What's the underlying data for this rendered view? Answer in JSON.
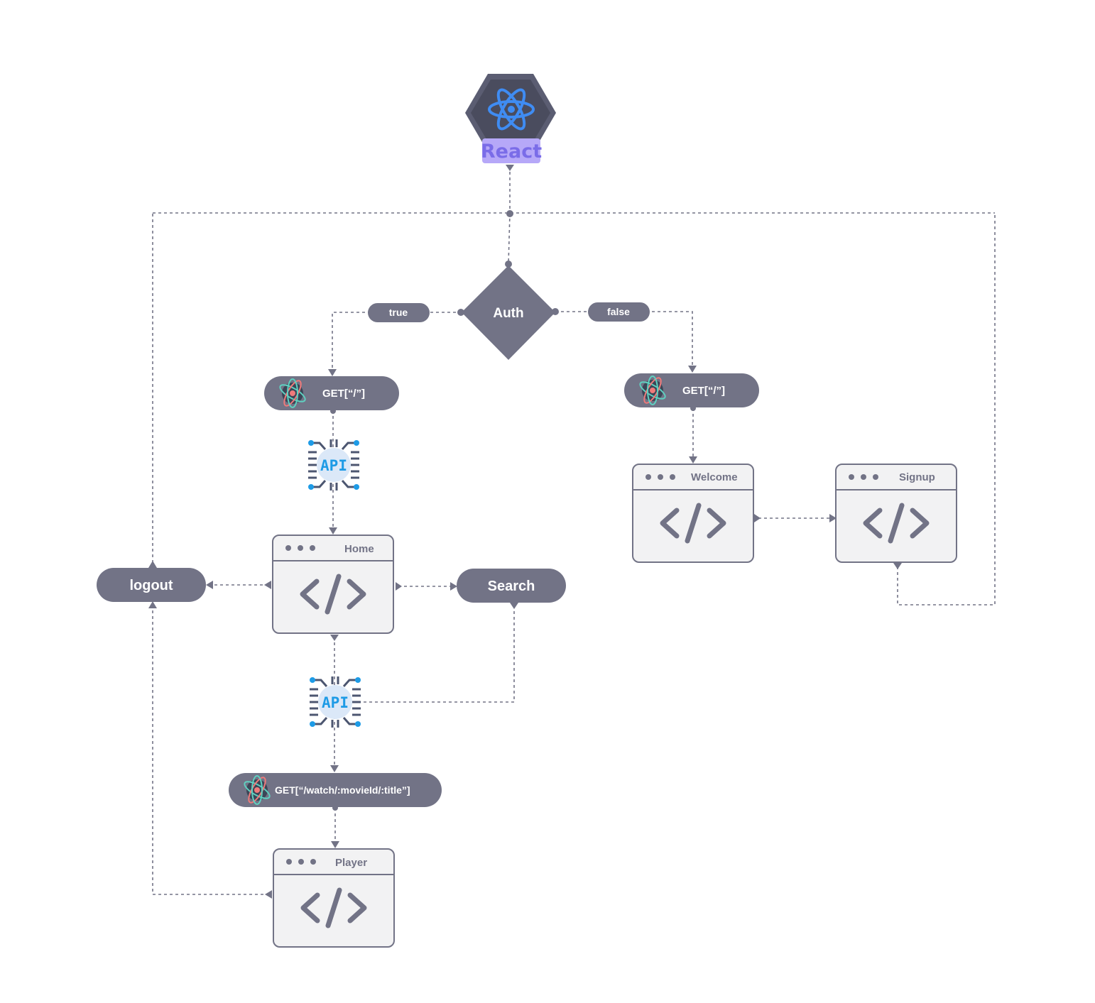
{
  "logo": {
    "label": "React"
  },
  "decision": {
    "label": "Auth"
  },
  "branches": {
    "true_label": "true",
    "false_label": "false"
  },
  "routes": {
    "left": "GET[“/”]",
    "right": "GET[“/”]",
    "watch": "GET[“/watch/:movieId/:title”]"
  },
  "api": {
    "top_label": "API",
    "bottom_label": "API"
  },
  "windows": {
    "home": "Home",
    "welcome": "Welcome",
    "signup": "Signup",
    "player": "Player"
  },
  "actions": {
    "logout": "logout",
    "search": "Search"
  },
  "colors": {
    "node": "#727386",
    "window_bg": "#f2f2f3",
    "react_hex": "#52546a",
    "react_atom": "#3f8cf3",
    "react_badge": "#b6a8f8",
    "api_blue": "#1e9be6"
  }
}
